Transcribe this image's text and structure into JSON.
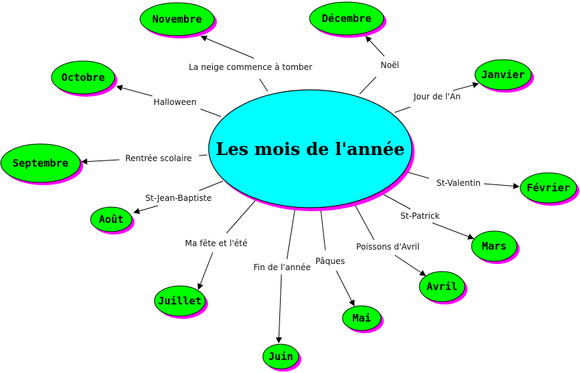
{
  "center": {
    "label": "Les mois de l'année"
  },
  "colors": {
    "center_fill": "#00ffff",
    "node_fill": "#00ff00",
    "shadow": "#ff00ff",
    "outline": "#000000"
  },
  "nodes": [
    {
      "month": "Novembre",
      "link": "La neige commence à tomber"
    },
    {
      "month": "Décembre",
      "link": "Noël"
    },
    {
      "month": "Janvier",
      "link": "Jour de l'An"
    },
    {
      "month": "Octobre",
      "link": "Halloween"
    },
    {
      "month": "Septembre",
      "link": "Rentrée scolaire"
    },
    {
      "month": "Février",
      "link": "St-Valentin"
    },
    {
      "month": "Août",
      "link": "St-Jean-Baptiste"
    },
    {
      "month": "Mars",
      "link": "St-Patrick"
    },
    {
      "month": "Avril",
      "link": "Poissons d'Avril"
    },
    {
      "month": "Juillet",
      "link": "Ma fête et l'été"
    },
    {
      "month": "Mai",
      "link": "Pâques"
    },
    {
      "month": "Juin",
      "link": "Fin de l'année"
    }
  ]
}
